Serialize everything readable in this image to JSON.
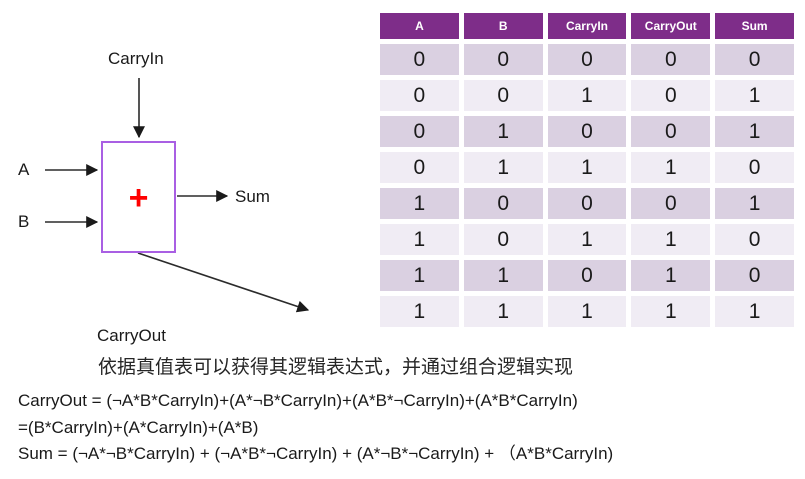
{
  "diagram": {
    "carry_in_label": "CarryIn",
    "input_a_label": "A",
    "input_b_label": "B",
    "sum_label": "Sum",
    "carry_out_label": "CarryOut",
    "plus_symbol": "+",
    "box_border_color": "#A95FE3",
    "plus_color": "#FF0000",
    "arrow_color": "#2b2b2b"
  },
  "truth_table": {
    "headers": [
      "A",
      "B",
      "CarryIn",
      "CarryOut",
      "Sum"
    ],
    "rows": [
      [
        "0",
        "0",
        "0",
        "0",
        "0"
      ],
      [
        "0",
        "0",
        "1",
        "0",
        "1"
      ],
      [
        "0",
        "1",
        "0",
        "0",
        "1"
      ],
      [
        "0",
        "1",
        "1",
        "1",
        "0"
      ],
      [
        "1",
        "0",
        "0",
        "0",
        "1"
      ],
      [
        "1",
        "0",
        "1",
        "1",
        "0"
      ],
      [
        "1",
        "1",
        "0",
        "1",
        "0"
      ],
      [
        "1",
        "1",
        "1",
        "1",
        "1"
      ]
    ],
    "header_bg": "#7E2D89",
    "header_text_color": "#FFFFFF",
    "row_bg_odd": "#DAD0E1",
    "row_bg_even": "#F0ECF4"
  },
  "caption": {
    "text": "依据真值表可以获得其逻辑表达式，并通过组合逻辑实现"
  },
  "equations": {
    "carryout_line1": "CarryOut = (¬A*B*CarryIn)+(A*¬B*CarryIn)+(A*B*¬CarryIn)+(A*B*CarryIn)",
    "carryout_line2": "=(B*CarryIn)+(A*CarryIn)+(A*B)",
    "sum_line": "Sum = (¬A*¬B*CarryIn) + (¬A*B*¬CarryIn) + (A*¬B*¬CarryIn) + （A*B*CarryIn)"
  }
}
